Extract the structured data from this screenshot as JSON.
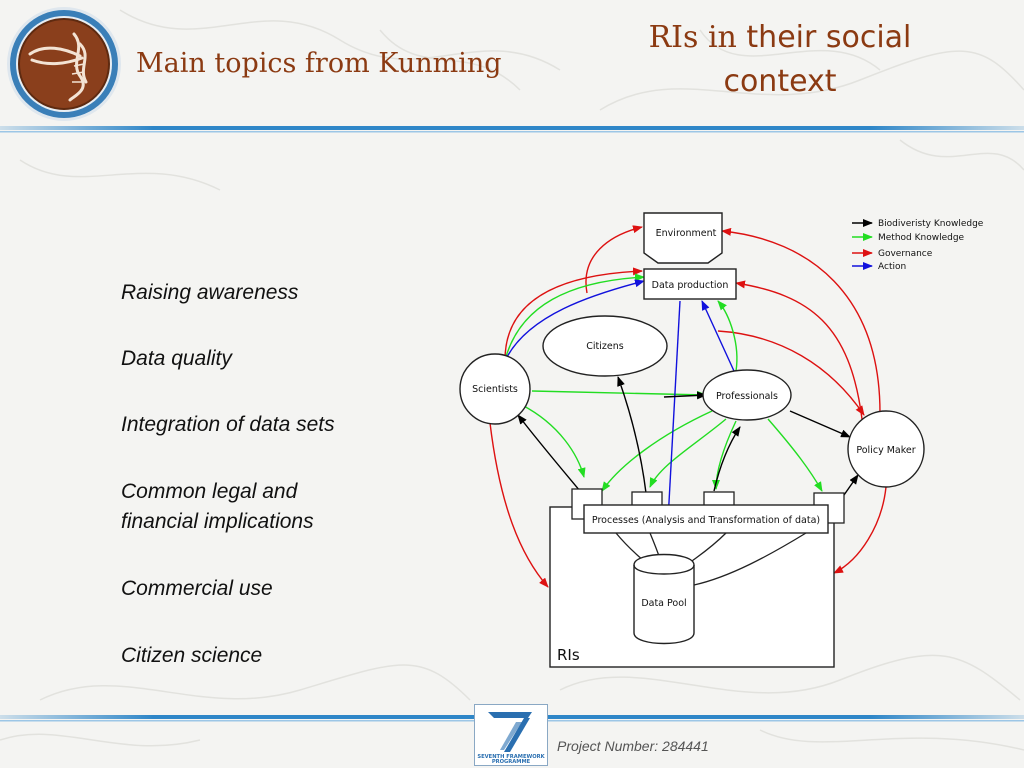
{
  "header": {
    "title": "Main topics from Kunming",
    "slide_title_part1": "RIs in ",
    "slide_title_part2": "their social",
    "slide_title_part3": "context"
  },
  "topics": [
    "Raising awareness",
    "Data quality",
    "Integration of data sets",
    "Common legal and",
    "financial implications",
    "Commercial use",
    "Citizen science"
  ],
  "diagram": {
    "nodes": {
      "environment": "Environment",
      "data_production": "Data production",
      "citizens": "Citizens",
      "scientists": "Scientists",
      "professionals": "Professionals",
      "policy_maker": "Policy Maker",
      "processes": "Processes (Analysis and Transformation of data)",
      "data_pool": "Data Pool",
      "ris": "RIs"
    },
    "legend": [
      {
        "label": "Biodiveristy Knowledge",
        "color": "#000000"
      },
      {
        "label": "Method Knowledge",
        "color": "#22dd22"
      },
      {
        "label": "Governance",
        "color": "#dd1111"
      },
      {
        "label": "Action",
        "color": "#1111dd"
      }
    ]
  },
  "footer": {
    "project_number": "Project Number: 284441",
    "fp7_line1": "SEVENTH FRAMEWORK",
    "fp7_line2": "PROGRAMME"
  },
  "colors": {
    "title": "#8b3a12",
    "logo_brown": "#8a3f1c",
    "logo_ring": "#3a7fb8",
    "rule_blue": "#2e86c8"
  }
}
